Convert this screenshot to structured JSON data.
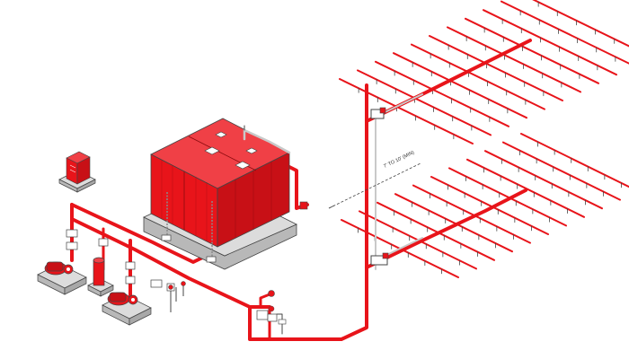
{
  "diagram": {
    "annotation": "7' TO 10' (MIN)",
    "colors": {
      "fire_red": "#e8141a",
      "red_dark": "#b50d12",
      "red_side": "#c81016",
      "base_gray": "#dcdcdc",
      "base_side": "#b8b8b8",
      "outline": "#444444",
      "frame": "#c9c9c9",
      "white": "#ffffff"
    },
    "components": [
      "water-storage-tanks",
      "fire-pump-diesel",
      "fire-pump-electric",
      "jockey-pump",
      "pump-controller-panel",
      "fire-department-connection",
      "riser",
      "sprinkler-grid-upper",
      "sprinkler-grid-lower",
      "alarm-valve-station"
    ]
  }
}
